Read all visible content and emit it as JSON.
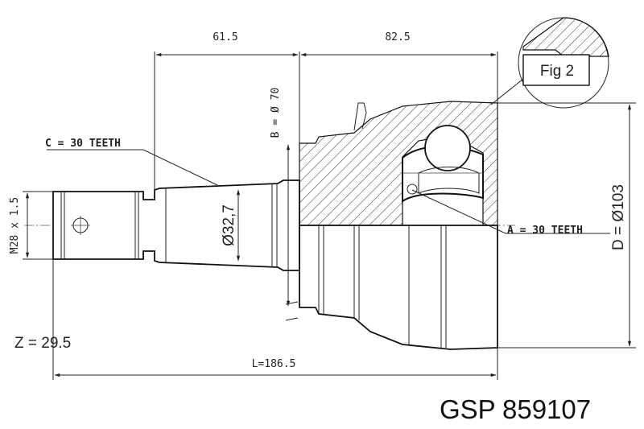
{
  "drawing": {
    "dimensions": {
      "shaft_length": "61.5",
      "housing_length": "82.5",
      "total_length": "L=186.5",
      "shaft_diameter": "Ø32,7",
      "boot_diameter": "B = Ø 70",
      "outer_diameter": "D = Ø103",
      "thread": "M28 x 1.5"
    },
    "labels": {
      "outer_teeth": "C = 30 TEETH",
      "inner_teeth": "A = 30 TEETH",
      "abs_teeth": "Z = 29.5",
      "figure": "Fig 2"
    }
  },
  "product": {
    "brand": "GSP",
    "part_number": "859107"
  }
}
